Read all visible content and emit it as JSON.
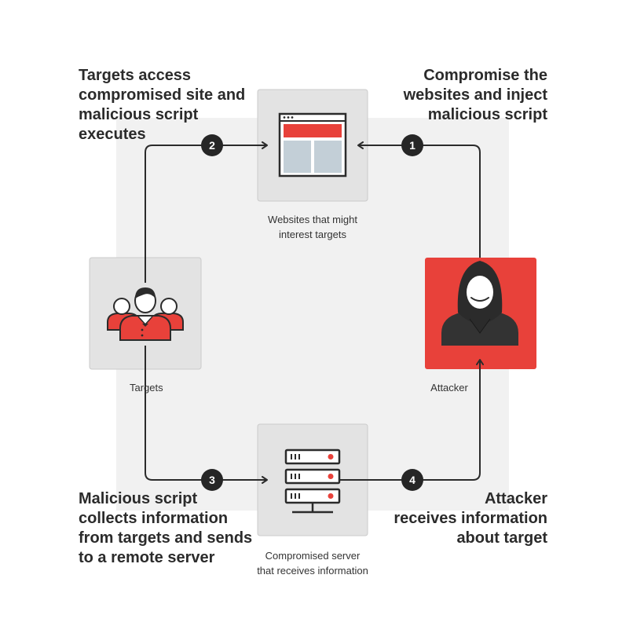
{
  "colors": {
    "background_panel": "#f1f1f1",
    "node_box": "#e3e3e3",
    "node_box_border": "#cbcbcb",
    "attacker_box": "#e8413a",
    "accent_red": "#e8413a",
    "line_dark": "#2b2b2b",
    "badge": "#262626",
    "badge_text": "#ffffff",
    "text_dark": "#2b2b2b"
  },
  "nodes": {
    "websites": {
      "icon": "browser-window-icon",
      "label_lines": [
        "Websites that might",
        "interest targets"
      ]
    },
    "targets": {
      "icon": "group-of-people-icon",
      "label_lines": [
        "Targets"
      ]
    },
    "attacker": {
      "icon": "hooded-attacker-icon",
      "label_lines": [
        "Attacker"
      ]
    },
    "server": {
      "icon": "server-stack-icon",
      "label_lines": [
        "Compromised server",
        "that receives information"
      ]
    }
  },
  "steps": [
    {
      "number": "1",
      "text_lines": [
        "Compromise the",
        "websites and inject",
        "malicious script"
      ]
    },
    {
      "number": "2",
      "text_lines": [
        "Targets access",
        "compromised site and",
        "malicious script",
        "executes"
      ]
    },
    {
      "number": "3",
      "text_lines": [
        "Malicious script",
        "collects information",
        "from targets and sends",
        "to a remote server"
      ]
    },
    {
      "number": "4",
      "text_lines": [
        "Attacker",
        "receives information",
        "about target"
      ]
    }
  ]
}
